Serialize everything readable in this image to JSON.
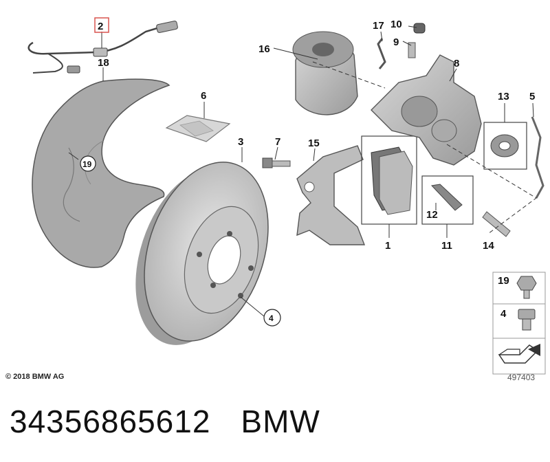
{
  "diagram": {
    "callouts": {
      "n1": "1",
      "n2": "2",
      "n3": "3",
      "n4": "4",
      "n5": "5",
      "n6": "6",
      "n7": "7",
      "n8": "8",
      "n9": "9",
      "n10": "10",
      "n11": "11",
      "n12": "12",
      "n13": "13",
      "n14": "14",
      "n15": "15",
      "n16": "16",
      "n17": "17",
      "n18": "18",
      "n19": "19"
    },
    "fastener_legend": {
      "upper": "19",
      "lower": "4"
    },
    "copyright": "© 2018 BMW AG",
    "drawing_number": "497403"
  },
  "footer": {
    "part_number": "34356865612",
    "brand": "BMW"
  },
  "colors": {
    "highlight_box": "#d9534f",
    "part_grey": "#b9b9b9",
    "outline": "#555555"
  }
}
